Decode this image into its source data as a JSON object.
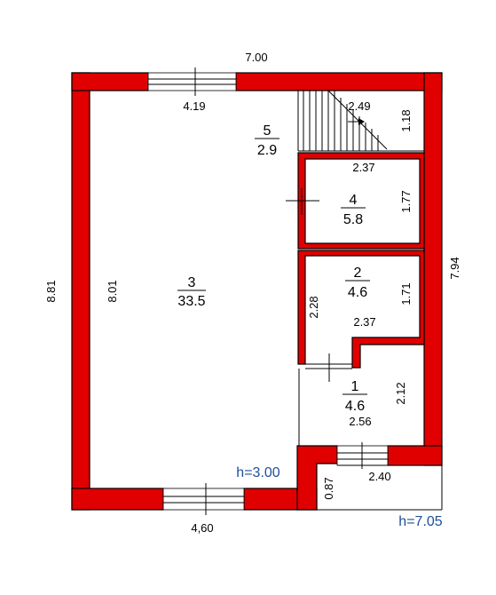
{
  "dimensions": {
    "top_width": "7.00",
    "left_height": "8.81",
    "right_height": "7.94",
    "top_window": "4.19",
    "bottom_window": "4,60",
    "room3_height": "8.01",
    "stair_width": "2.49",
    "stair_depth": "1.18",
    "room4_width": "2.37",
    "room4_height": "1.77",
    "room2_width": "2.37",
    "room2_height": "1.71",
    "room2_left": "2.28",
    "room1_width": "2.56",
    "room1_height": "2.12",
    "porch_width": "2.40",
    "porch_depth": "0.87"
  },
  "rooms": [
    {
      "id": "3",
      "area": "33.5"
    },
    {
      "id": "5",
      "area": "2.9"
    },
    {
      "id": "4",
      "area": "5.8"
    },
    {
      "id": "2",
      "area": "4.6"
    },
    {
      "id": "1",
      "area": "4.6"
    }
  ],
  "heights": {
    "inner": "h=3.00",
    "outer": "h=7.05"
  },
  "colors": {
    "wall": "#e00000",
    "height_text": "#1f4e9a"
  }
}
